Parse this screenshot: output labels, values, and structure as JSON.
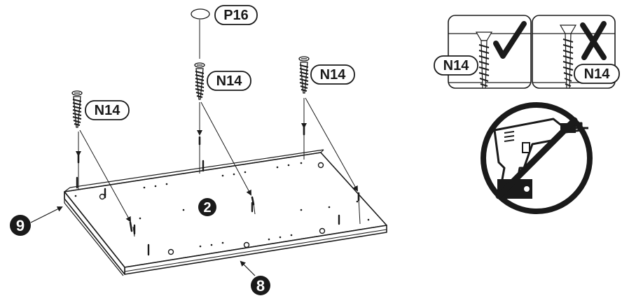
{
  "labels": {
    "part_p16": "P16",
    "screw_n14_left": "N14",
    "screw_n14_center": "N14",
    "screw_n14_right": "N14",
    "inset_correct_label": "N14",
    "inset_wrong_label": "N14",
    "callout_panel": "2",
    "callout_left_side": "9",
    "callout_front_edge": "8"
  },
  "icons": {
    "check": "check-icon",
    "cross": "cross-icon",
    "no_power_drill": "no-power-drill-icon"
  },
  "colors": {
    "ink": "#1a1a1a",
    "paper": "#ffffff"
  }
}
